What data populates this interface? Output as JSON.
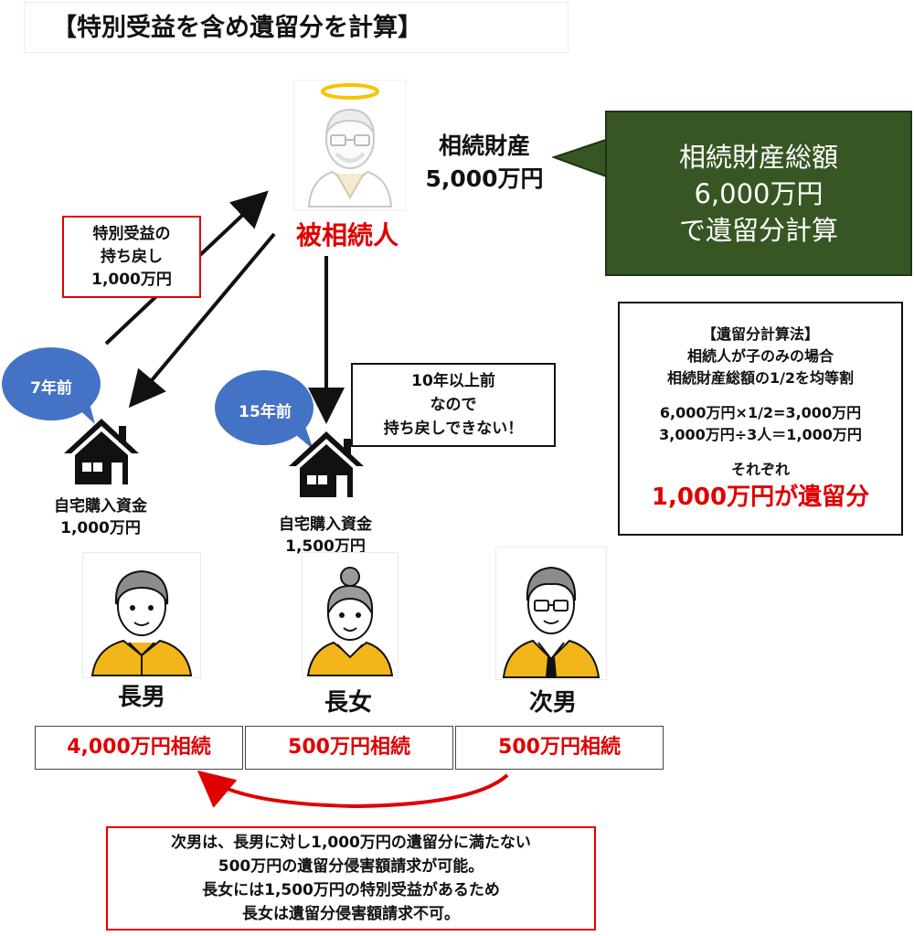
{
  "title": "【特別受益を含め遺留分を計算】",
  "decedent": {
    "label": "被相続人"
  },
  "estate": {
    "line1": "相続財産",
    "line2": "5,000万円"
  },
  "total_box": {
    "line1": "相続財産総額",
    "line2": "6,000万円",
    "line3": "で遺留分計算"
  },
  "clawback_box": {
    "line1": "特別受益の",
    "line2": "持ち戻し",
    "line3": "1,000万円"
  },
  "no_clawback_box": {
    "line1": "10年以上前",
    "line2": "なので",
    "line3": "持ち戻しできない！"
  },
  "bubbles": {
    "eldest_son": "7年前",
    "eldest_daughter": "15年前"
  },
  "gifts": {
    "eldest_son": {
      "line1": "自宅購入資金",
      "line2": "1,000万円"
    },
    "eldest_daughter": {
      "line1": "自宅購入資金",
      "line2": "1,500万円"
    }
  },
  "heirs": [
    {
      "name": "長男",
      "inheritance": "4,000万円相続"
    },
    {
      "name": "長女",
      "inheritance": "500万円相続"
    },
    {
      "name": "次男",
      "inheritance": "500万円相続"
    }
  ],
  "calc_box": {
    "heading": "【遺留分計算法】",
    "line1": "相続人が子のみの場合",
    "line2": "相続財産総額の1/2を均等割",
    "line3": "6,000万円×1/2=3,000万円",
    "line4": "3,000万円÷3人＝1,000万円",
    "line5": "それぞれ",
    "result": "1,000万円が遺留分"
  },
  "conclusion": {
    "line1": "次男は、長男に対し1,000万円の遺留分に満たない",
    "line2": "500万円の遺留分侵害額請求が可能。",
    "line3": "長女には1,500万円の特別受益があるため",
    "line4": "長女は遺留分侵害額請求不可。"
  },
  "colors": {
    "accent_red": "#e00000",
    "green_box": "#375623",
    "bubble_blue": "#4472c4",
    "shirt_yellow": "#f2b51a",
    "halo_yellow": "#f5c400"
  }
}
